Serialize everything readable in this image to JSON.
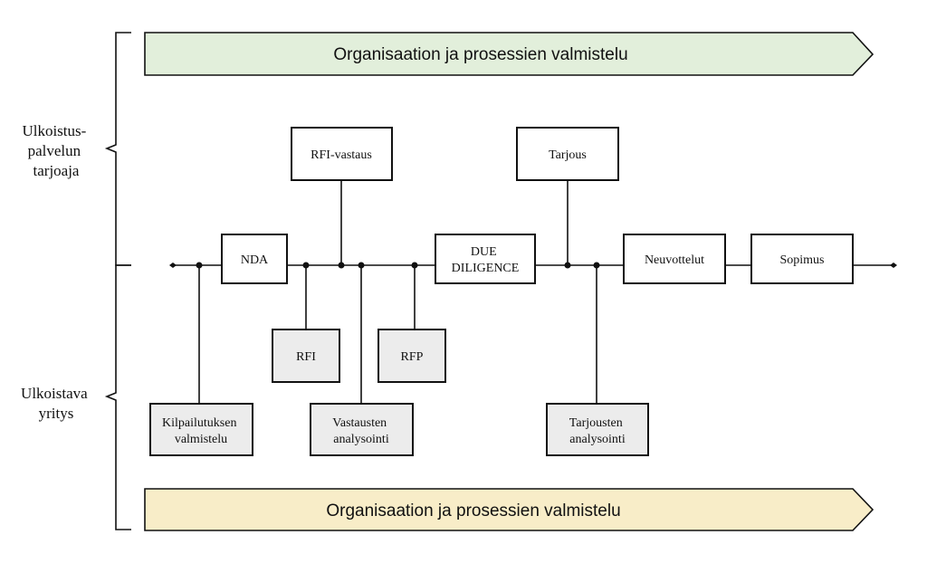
{
  "colors": {
    "top_arrow_fill": "#e2efdb",
    "bottom_arrow_fill": "#f8edc8",
    "bottom_box_fill": "#ececec",
    "line": "#111111"
  },
  "side_labels": {
    "provider": [
      "Ulkoistus-",
      "palvelun",
      "tarjoaja"
    ],
    "company": [
      "Ulkoistava",
      "yritys"
    ]
  },
  "arrows": {
    "top": "Organisaation ja prosessien valmistelu",
    "bottom": "Organisaation ja prosessien valmistelu"
  },
  "timeline_boxes": {
    "nda": [
      "NDA"
    ],
    "due_diligence": [
      "DUE",
      "DILIGENCE"
    ],
    "neuvottelut": [
      "Neuvottelut"
    ],
    "sopimus": [
      "Sopimus"
    ]
  },
  "upper_boxes": {
    "rfi_vastaus": [
      "RFI-vastaus"
    ],
    "tarjous": [
      "Tarjous"
    ]
  },
  "lower_boxes": {
    "kilpailutuksen": [
      "Kilpailutuksen",
      "valmistelu"
    ],
    "rfi": [
      "RFI"
    ],
    "vastausten": [
      "Vastausten",
      "analysointi"
    ],
    "rfp": [
      "RFP"
    ],
    "tarjousten": [
      "Tarjousten",
      "analysointi"
    ]
  }
}
